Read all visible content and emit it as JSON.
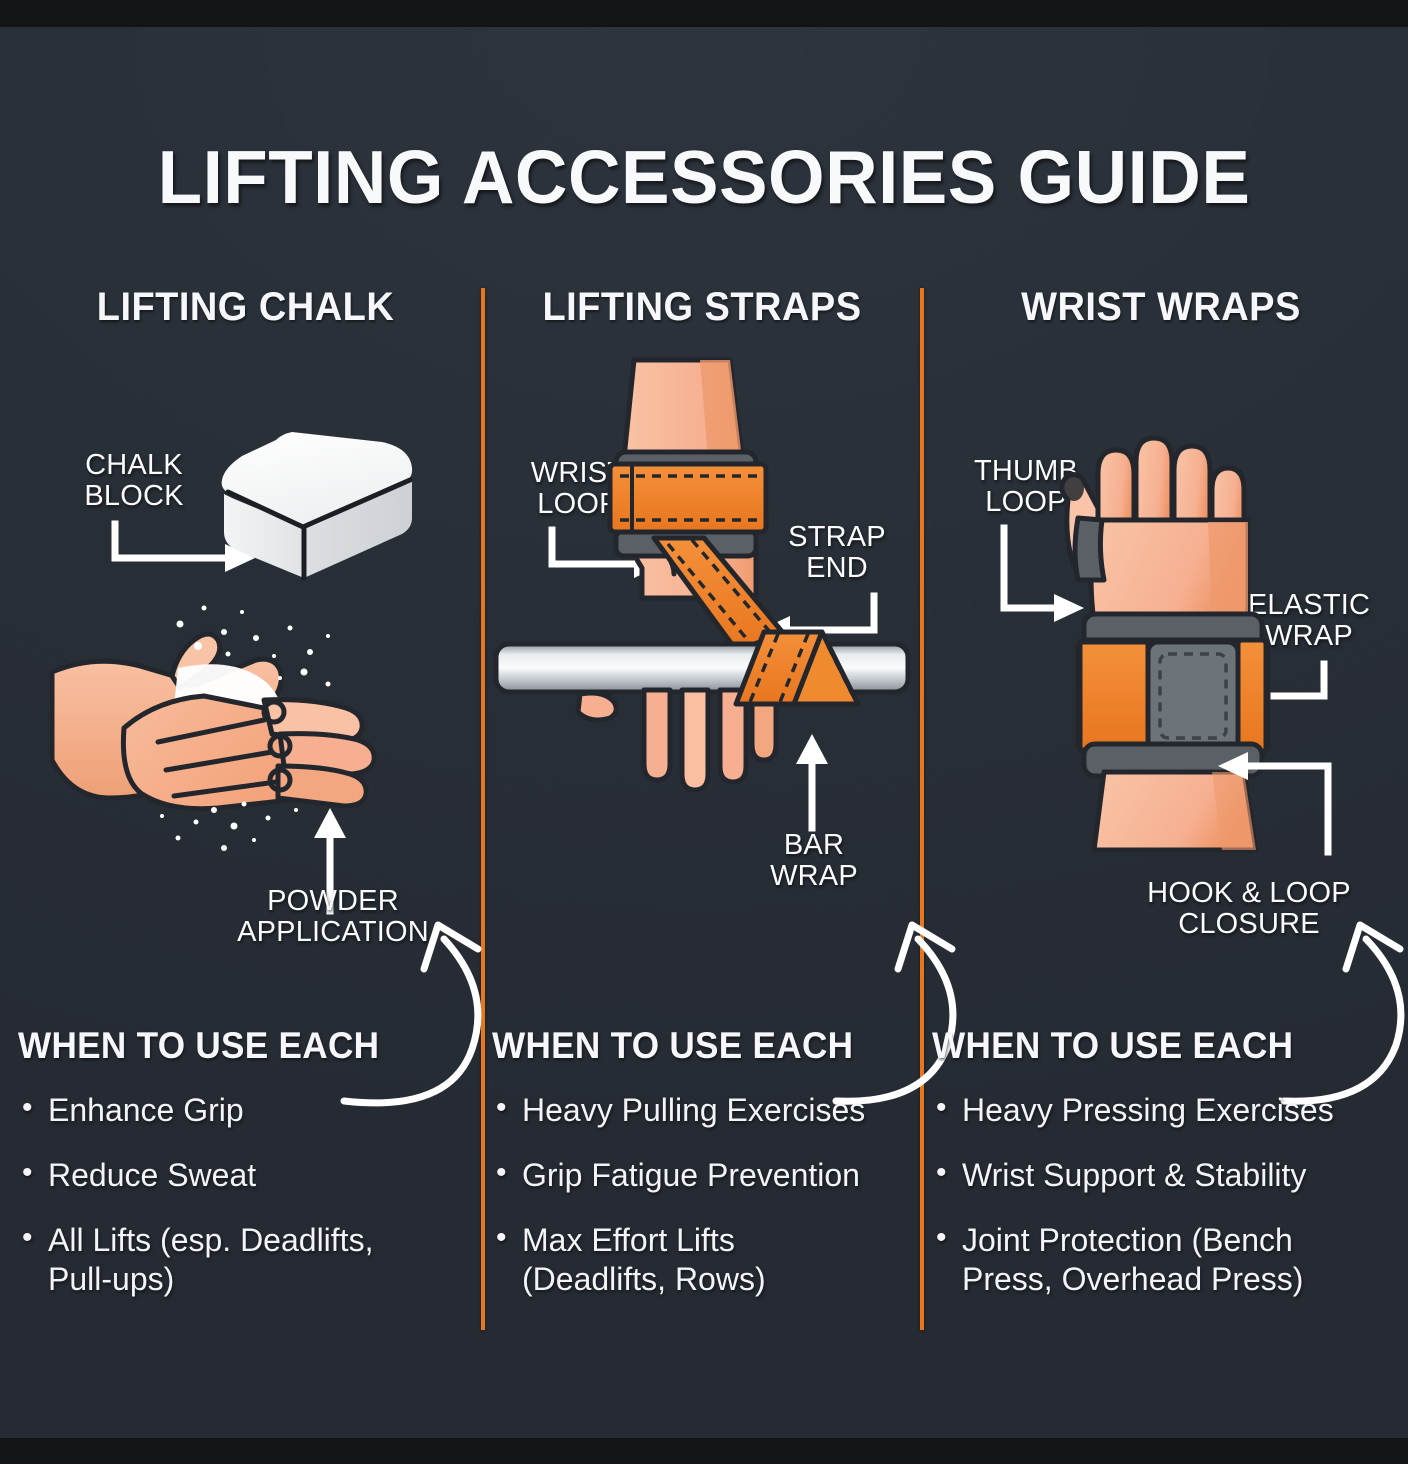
{
  "poster": {
    "title": "LIFTING ACCESSORIES GUIDE",
    "background_color": "#2a3038",
    "band_color": "#121418",
    "accent_color": "#e8761f",
    "text_color": "#f5f7fa",
    "skin_color": "#f6b391",
    "skin_shadow_color": "#ed9065",
    "chalk_color": "#fbfbfb",
    "steel_color": "#c9ced3",
    "strap_dark_color": "#5a6066"
  },
  "columns": [
    {
      "id": "lifting-chalk",
      "header": "LIFTING CHALK",
      "labels": [
        {
          "name": "chalk-block",
          "text": "CHALK\nBLOCK"
        },
        {
          "name": "powder-application",
          "text": "POWDER\nAPPLICATION"
        }
      ],
      "use_title": "WHEN TO USE EACH",
      "bullets": [
        "Enhance Grip",
        "Reduce Sweat",
        "All Lifts (esp. Deadlifts, Pull-ups)"
      ]
    },
    {
      "id": "lifting-straps",
      "header": "LIFTING STRAPS",
      "labels": [
        {
          "name": "wrist-loop",
          "text": "WRIST\nLOOP"
        },
        {
          "name": "strap-end",
          "text": "STRAP\nEND"
        },
        {
          "name": "bar-wrap",
          "text": "BAR\nWRAP"
        }
      ],
      "use_title": "WHEN TO USE EACH",
      "bullets": [
        "Heavy Pulling Exercises",
        "Grip Fatigue Prevention",
        "Max Effort Lifts (Deadlifts, Rows)"
      ]
    },
    {
      "id": "wrist-wraps",
      "header": "WRIST WRAPS",
      "labels": [
        {
          "name": "thumb-loop",
          "text": "THUMB\nLOOP"
        },
        {
          "name": "elastic-wrap",
          "text": "ELASTIC\nWRAP"
        },
        {
          "name": "hook-and-loop-closure",
          "text": "HOOK & LOOP\nCLOSURE"
        }
      ],
      "use_title": "WHEN TO USE EACH",
      "bullets": [
        "Heavy Pressing Exercises",
        "Wrist Support & Stability",
        "Joint Protection (Bench Press, Overhead Press)"
      ]
    }
  ]
}
